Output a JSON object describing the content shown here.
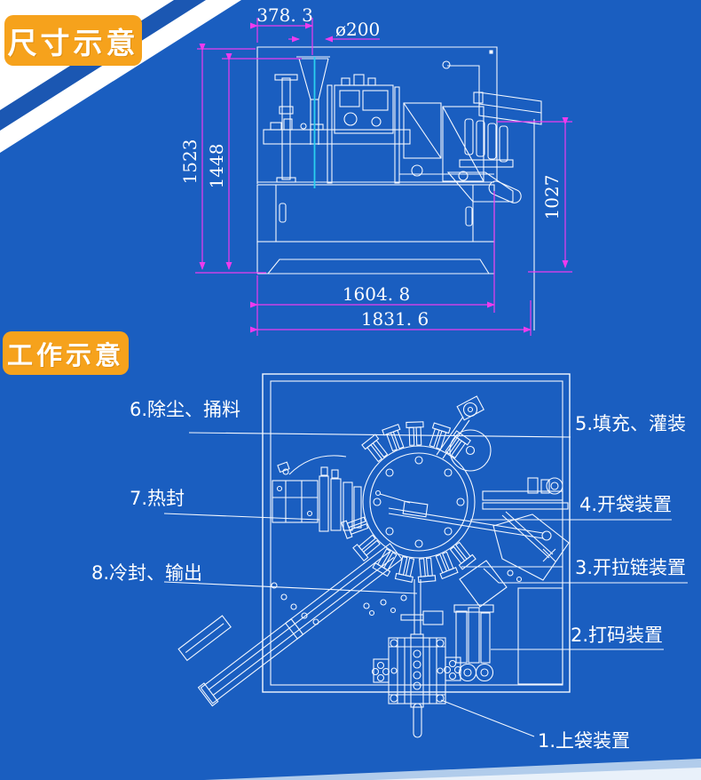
{
  "badges": {
    "dimension": "尺寸示意",
    "working": "工作示意"
  },
  "colors": {
    "background": "#1a5ec0",
    "stripe_blue": "#1b57b2",
    "badge_orange": "#f6a21c",
    "line_white": "#f4f8ff",
    "dimension_magenta": "#ee3bee",
    "centerline_cyan": "#2ad0f0"
  },
  "dimension_view": {
    "dims": {
      "hopper_offset": "378. 3",
      "hopper_diameter": "ø200",
      "height_overall": "1523",
      "height_frame": "1448",
      "height_right": "1027",
      "width_base": "1604. 8",
      "width_overall": "1831. 6"
    }
  },
  "working_view": {
    "stations": [
      {
        "id": "1",
        "label": "1.上袋装置"
      },
      {
        "id": "2",
        "label": "2.打码装置"
      },
      {
        "id": "3",
        "label": "3.开拉链装置"
      },
      {
        "id": "4",
        "label": "4.开袋装置"
      },
      {
        "id": "5",
        "label": "5.填充、灌装"
      },
      {
        "id": "6",
        "label": "6.除尘、捅料"
      },
      {
        "id": "7",
        "label": "7.热封"
      },
      {
        "id": "8",
        "label": "8.冷封、输出"
      }
    ]
  }
}
